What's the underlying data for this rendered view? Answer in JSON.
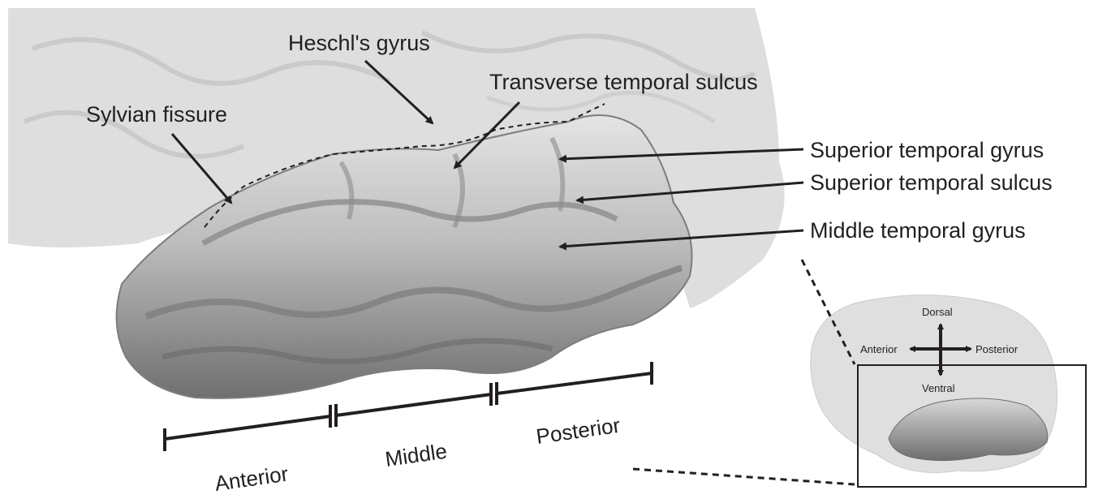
{
  "labels": {
    "heschls_gyrus": "Heschl's gyrus",
    "transverse_temporal_sulcus": "Transverse temporal sulcus",
    "sylvian_fissure": "Sylvian fissure",
    "superior_temporal_gyrus": "Superior temporal gyrus",
    "superior_temporal_sulcus": "Superior temporal sulcus",
    "middle_temporal_gyrus": "Middle temporal gyrus"
  },
  "segments": {
    "anterior": "Anterior",
    "middle": "Middle",
    "posterior": "Posterior"
  },
  "orientation": {
    "dorsal": "Dorsal",
    "ventral": "Ventral",
    "anterior": "Anterior",
    "posterior": "Posterior"
  },
  "colors": {
    "ink": "#231f20",
    "cortex_translucent": "#d3d3d3",
    "temporal_lobe": "#9c9c9c",
    "temporal_lobe_highlight": "#e6e6e6"
  }
}
